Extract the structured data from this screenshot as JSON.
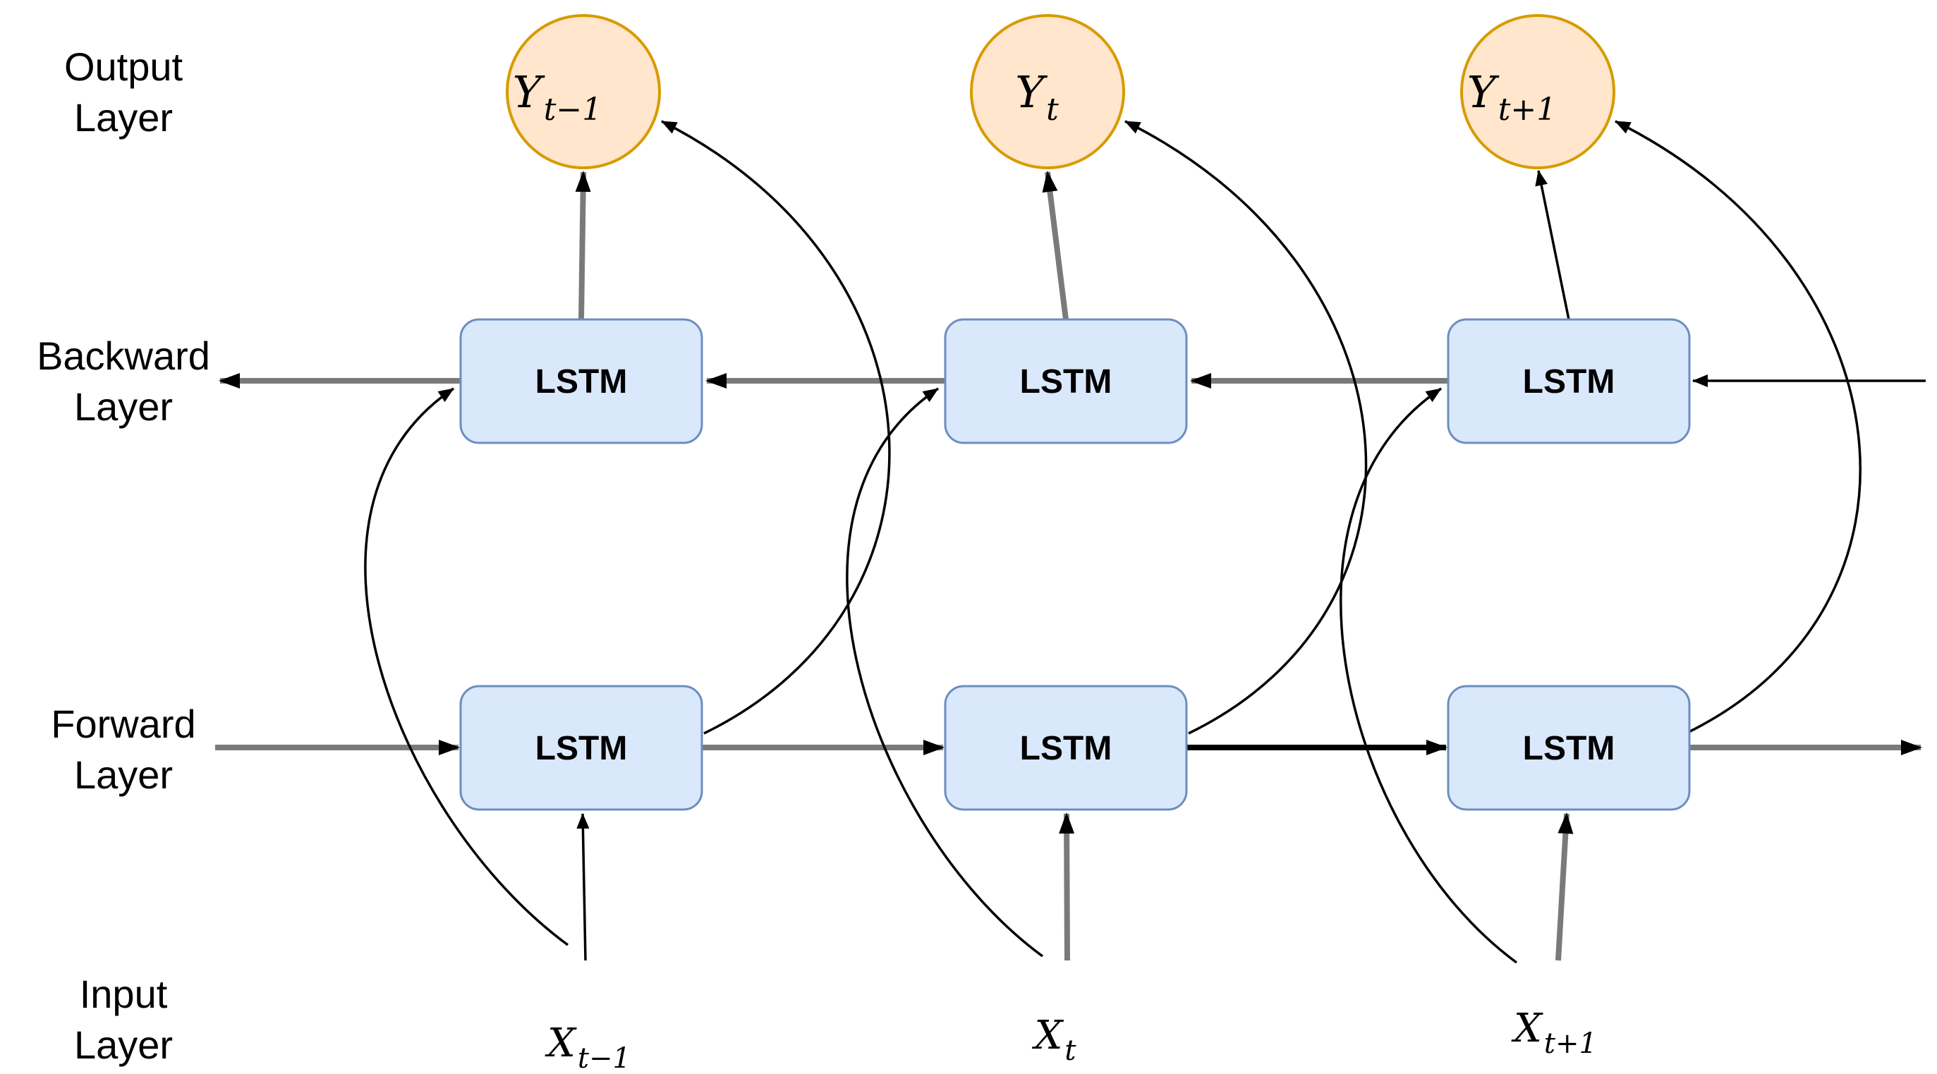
{
  "colors": {
    "node_fill": "#dae8fc",
    "node_stroke": "#6c8ebf",
    "output_fill": "#ffe6cc",
    "output_stroke": "#d79b00",
    "edge_gray": "#7a7a7a",
    "edge_black": "#000000"
  },
  "layer_labels": {
    "output": {
      "line1": "Output",
      "line2": "Layer"
    },
    "backward": {
      "line1": "Backward",
      "line2": "Layer"
    },
    "forward": {
      "line1": "Forward",
      "line2": "Layer"
    },
    "input": {
      "line1": "Input",
      "line2": "Layer"
    }
  },
  "output_nodes": [
    {
      "main": "Y",
      "sub": "t−1"
    },
    {
      "main": "Y",
      "sub": "t"
    },
    {
      "main": "Y",
      "sub": "t+1"
    }
  ],
  "backward_nodes": [
    {
      "label": "LSTM"
    },
    {
      "label": "LSTM"
    },
    {
      "label": "LSTM"
    }
  ],
  "forward_nodes": [
    {
      "label": "LSTM"
    },
    {
      "label": "LSTM"
    },
    {
      "label": "LSTM"
    }
  ],
  "input_nodes": [
    {
      "main": "X",
      "sub": "t−1"
    },
    {
      "main": "X",
      "sub": "t"
    },
    {
      "main": "X",
      "sub": "t+1"
    }
  ]
}
